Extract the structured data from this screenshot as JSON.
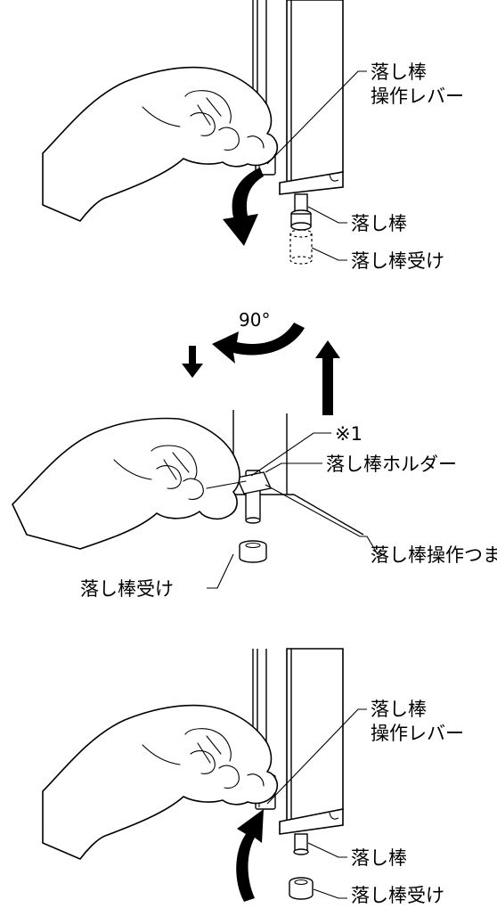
{
  "step1": {
    "lever_label_line1": "落し棒",
    "lever_label_line2": "操作レバー",
    "rod_label": "落し棒",
    "receiver_label": "落し棒受け"
  },
  "step2": {
    "rotation_label": "90°",
    "note_label": "※1",
    "holder_label": "落し棒ホルダー",
    "knob_label": "落し棒操作つまみ",
    "receiver_label": "落し棒受け"
  },
  "step3": {
    "lever_label_line1": "落し棒",
    "lever_label_line2": "操作レバー",
    "rod_label": "落し棒",
    "receiver_label": "落し棒受け"
  }
}
